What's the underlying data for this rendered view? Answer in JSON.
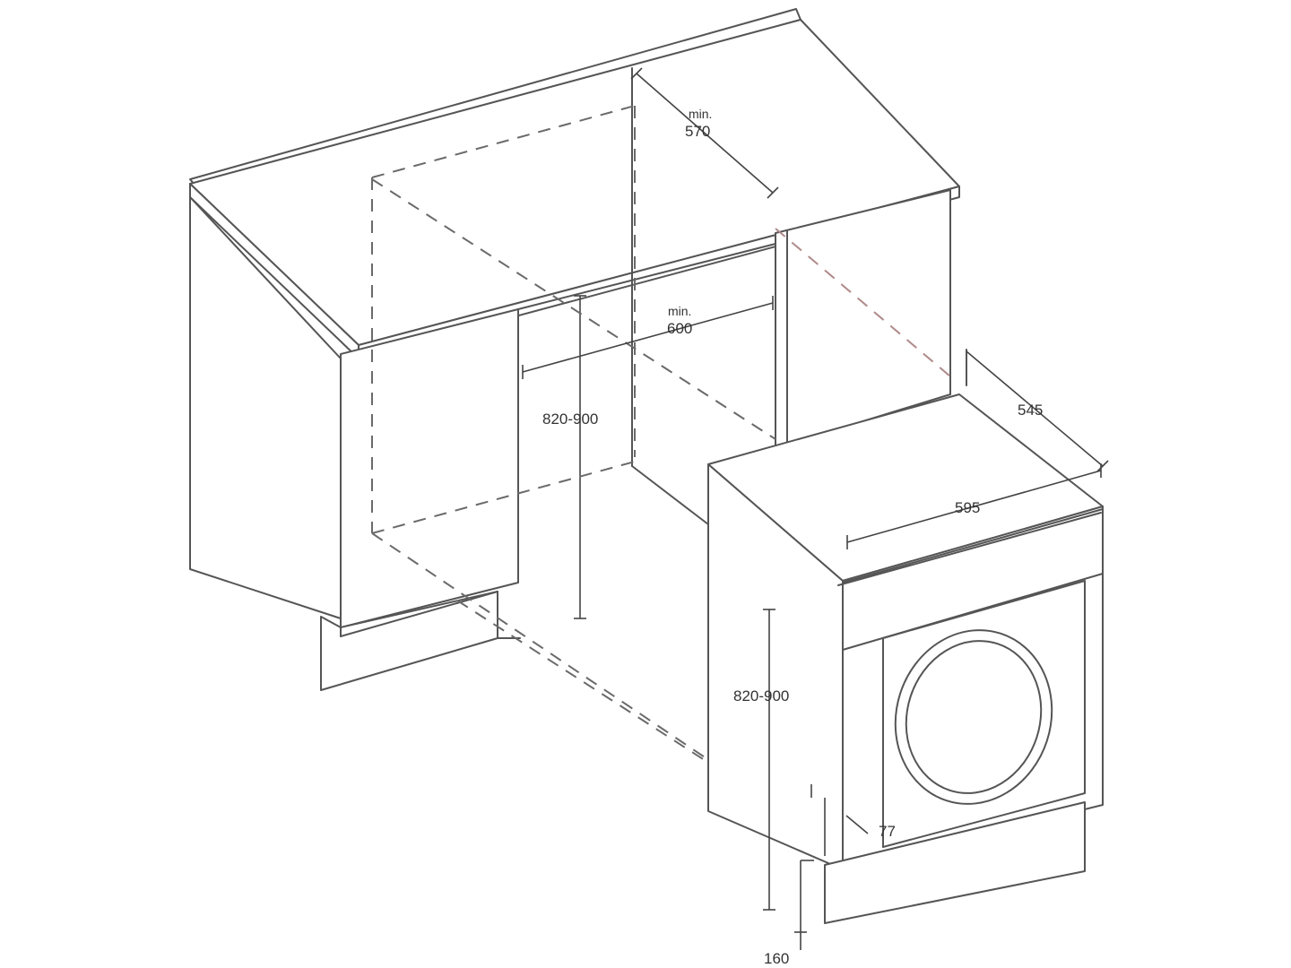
{
  "labels": {
    "depth_min_word": "min.",
    "depth_value": "570",
    "width_min_word": "min.",
    "width_value": "600",
    "niche_height": "820-900",
    "machine_depth": "545",
    "machine_width": "595",
    "machine_height": "820-900",
    "door_offset": "77",
    "plinth_height": "160"
  }
}
